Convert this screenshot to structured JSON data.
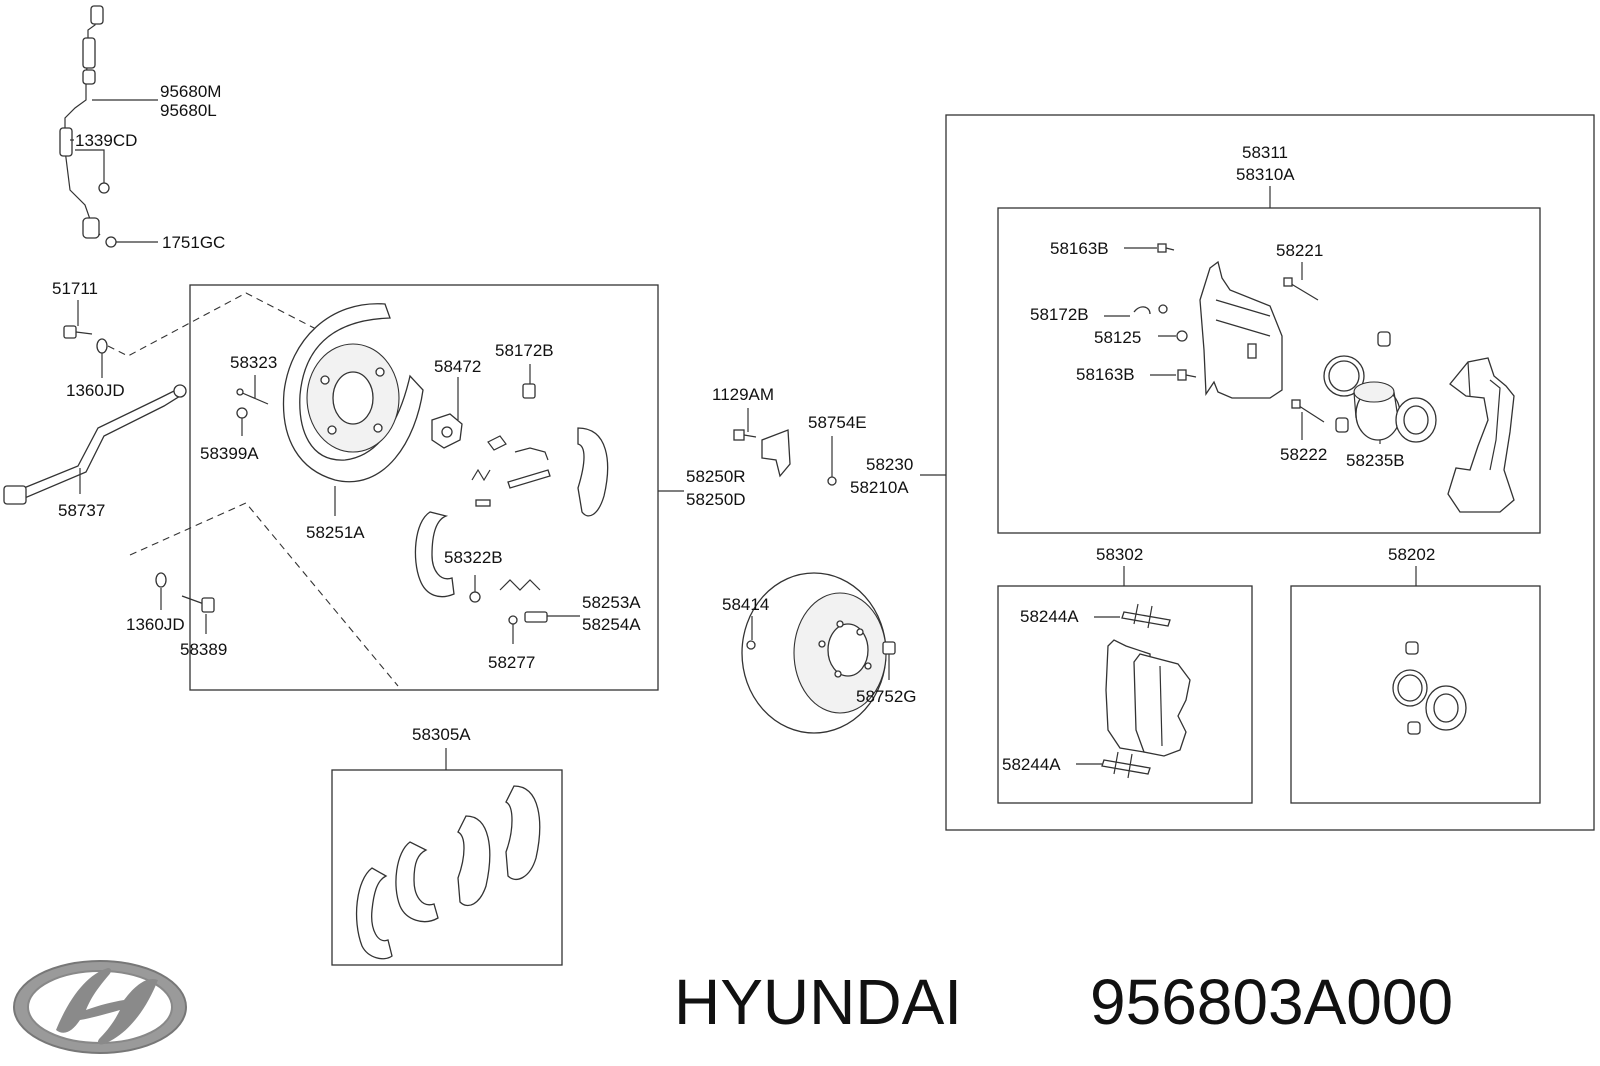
{
  "brand": {
    "name": "HYUNDAI",
    "part_number": "956803A000",
    "logo_icon": "hyundai-logo-icon"
  },
  "labels": {
    "l95680m": "95680M",
    "l95680l": "95680L",
    "l1339cd": "1339CD",
    "l1751gc": "1751GC",
    "l51711": "51711",
    "l1360jd_top": "1360JD",
    "l58737": "58737",
    "l1360jd_bottom": "1360JD",
    "l58389": "58389",
    "l58323": "58323",
    "l58399a": "58399A",
    "l58251a": "58251A",
    "l58472": "58472",
    "l58172b_rear": "58172B",
    "l58322b": "58322B",
    "l58253a": "58253A",
    "l58254a": "58254A",
    "l58277": "58277",
    "l58250r": "58250R",
    "l58250d": "58250D",
    "l58305a": "58305A",
    "l1129am": "1129AM",
    "l58754e": "58754E",
    "l58230": "58230",
    "l58210a": "58210A",
    "l58414": "58414",
    "l58752g": "58752G",
    "l58311": "58311",
    "l58310a": "58310A",
    "l58163b_top": "58163B",
    "l58221": "58221",
    "l58172b_front": "58172B",
    "l58125": "58125",
    "l58163b_bottom": "58163B",
    "l58222": "58222",
    "l58235b": "58235B",
    "l58302": "58302",
    "l58202": "58202",
    "l58244a_top": "58244A",
    "l58244a_bottom": "58244A"
  },
  "colors": {
    "line": "#333333",
    "text": "#111111",
    "logo": "#8a8a8a"
  }
}
